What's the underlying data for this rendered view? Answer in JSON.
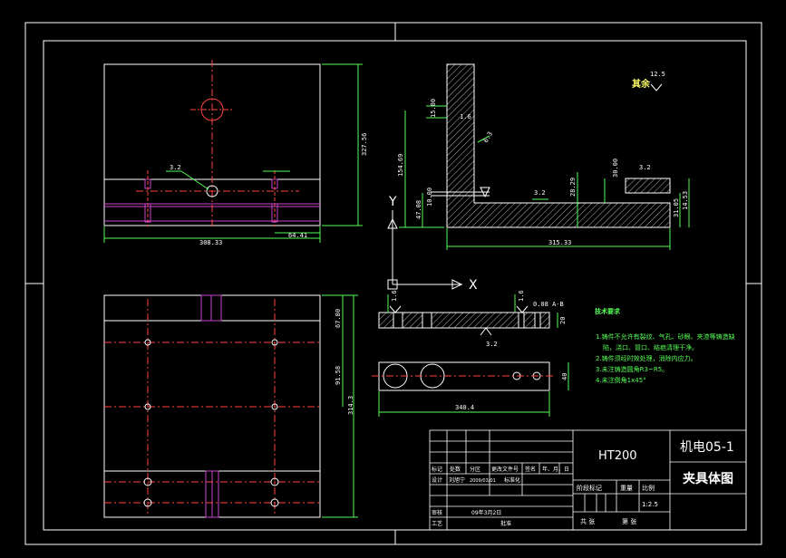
{
  "drawing": {
    "part_number": "机电05-1",
    "part_name": "夹具体图",
    "material": "HT200",
    "scale": "1:2.5",
    "surface_finish_label": "其余",
    "surface_finish_value": "12.5",
    "axis_x": "X",
    "axis_y": "Y"
  },
  "dimensions": {
    "top_width": "308.33",
    "top_height": "327.56",
    "top_offset": "64.41",
    "hole_callout": "3.2",
    "side_width": "315.33",
    "side_height": "154.69",
    "side_small": "47.08",
    "side_thickness": "28.29",
    "side_thickness2": "15.00",
    "side_right": "31.05",
    "side_right2": "14.53",
    "side_top": "30.00",
    "side_slot": "10.00",
    "side_roughness1": "3.2",
    "side_roughness2": "1.6",
    "side_roughness3": "6.3",
    "front_v1": "67.80",
    "front_v2": "91.58",
    "front_v3": "314.3",
    "strip_len": "340.4",
    "strip_h": "40",
    "strip_small": "20",
    "strip_r1": "1.6",
    "strip_r2": "1.6",
    "strip_r3": "3.2",
    "strip_tol": "0.08 A-B"
  },
  "tech_requirements": {
    "title": "技术要求",
    "items": [
      "1.铸件不允许有裂纹、气孔、砂眼、夹渣等铸造缺",
      "陷，浇口、冒口、结疤清理干净。",
      "2.铸件须经时效处理，消除内应力。",
      "3.未注铸造圆角R3~R5。",
      "4.未注倒角1x45°"
    ]
  },
  "title_block": {
    "row_labels": [
      "标记",
      "处数",
      "分区",
      "更改文件号",
      "签名",
      "年、月、日"
    ],
    "design_label": "设计",
    "designer": "刘旭宁",
    "date1": "2009/03/01",
    "standard_label": "标准化",
    "review_label": "审核",
    "process_label": "工艺",
    "approve_label": "批准",
    "date2": "09年3月2日",
    "stage_label": "阶段标记",
    "weight_label": "重量",
    "scale_label": "比例",
    "sheets_label": "共 张",
    "sheet_label": "第 张"
  }
}
